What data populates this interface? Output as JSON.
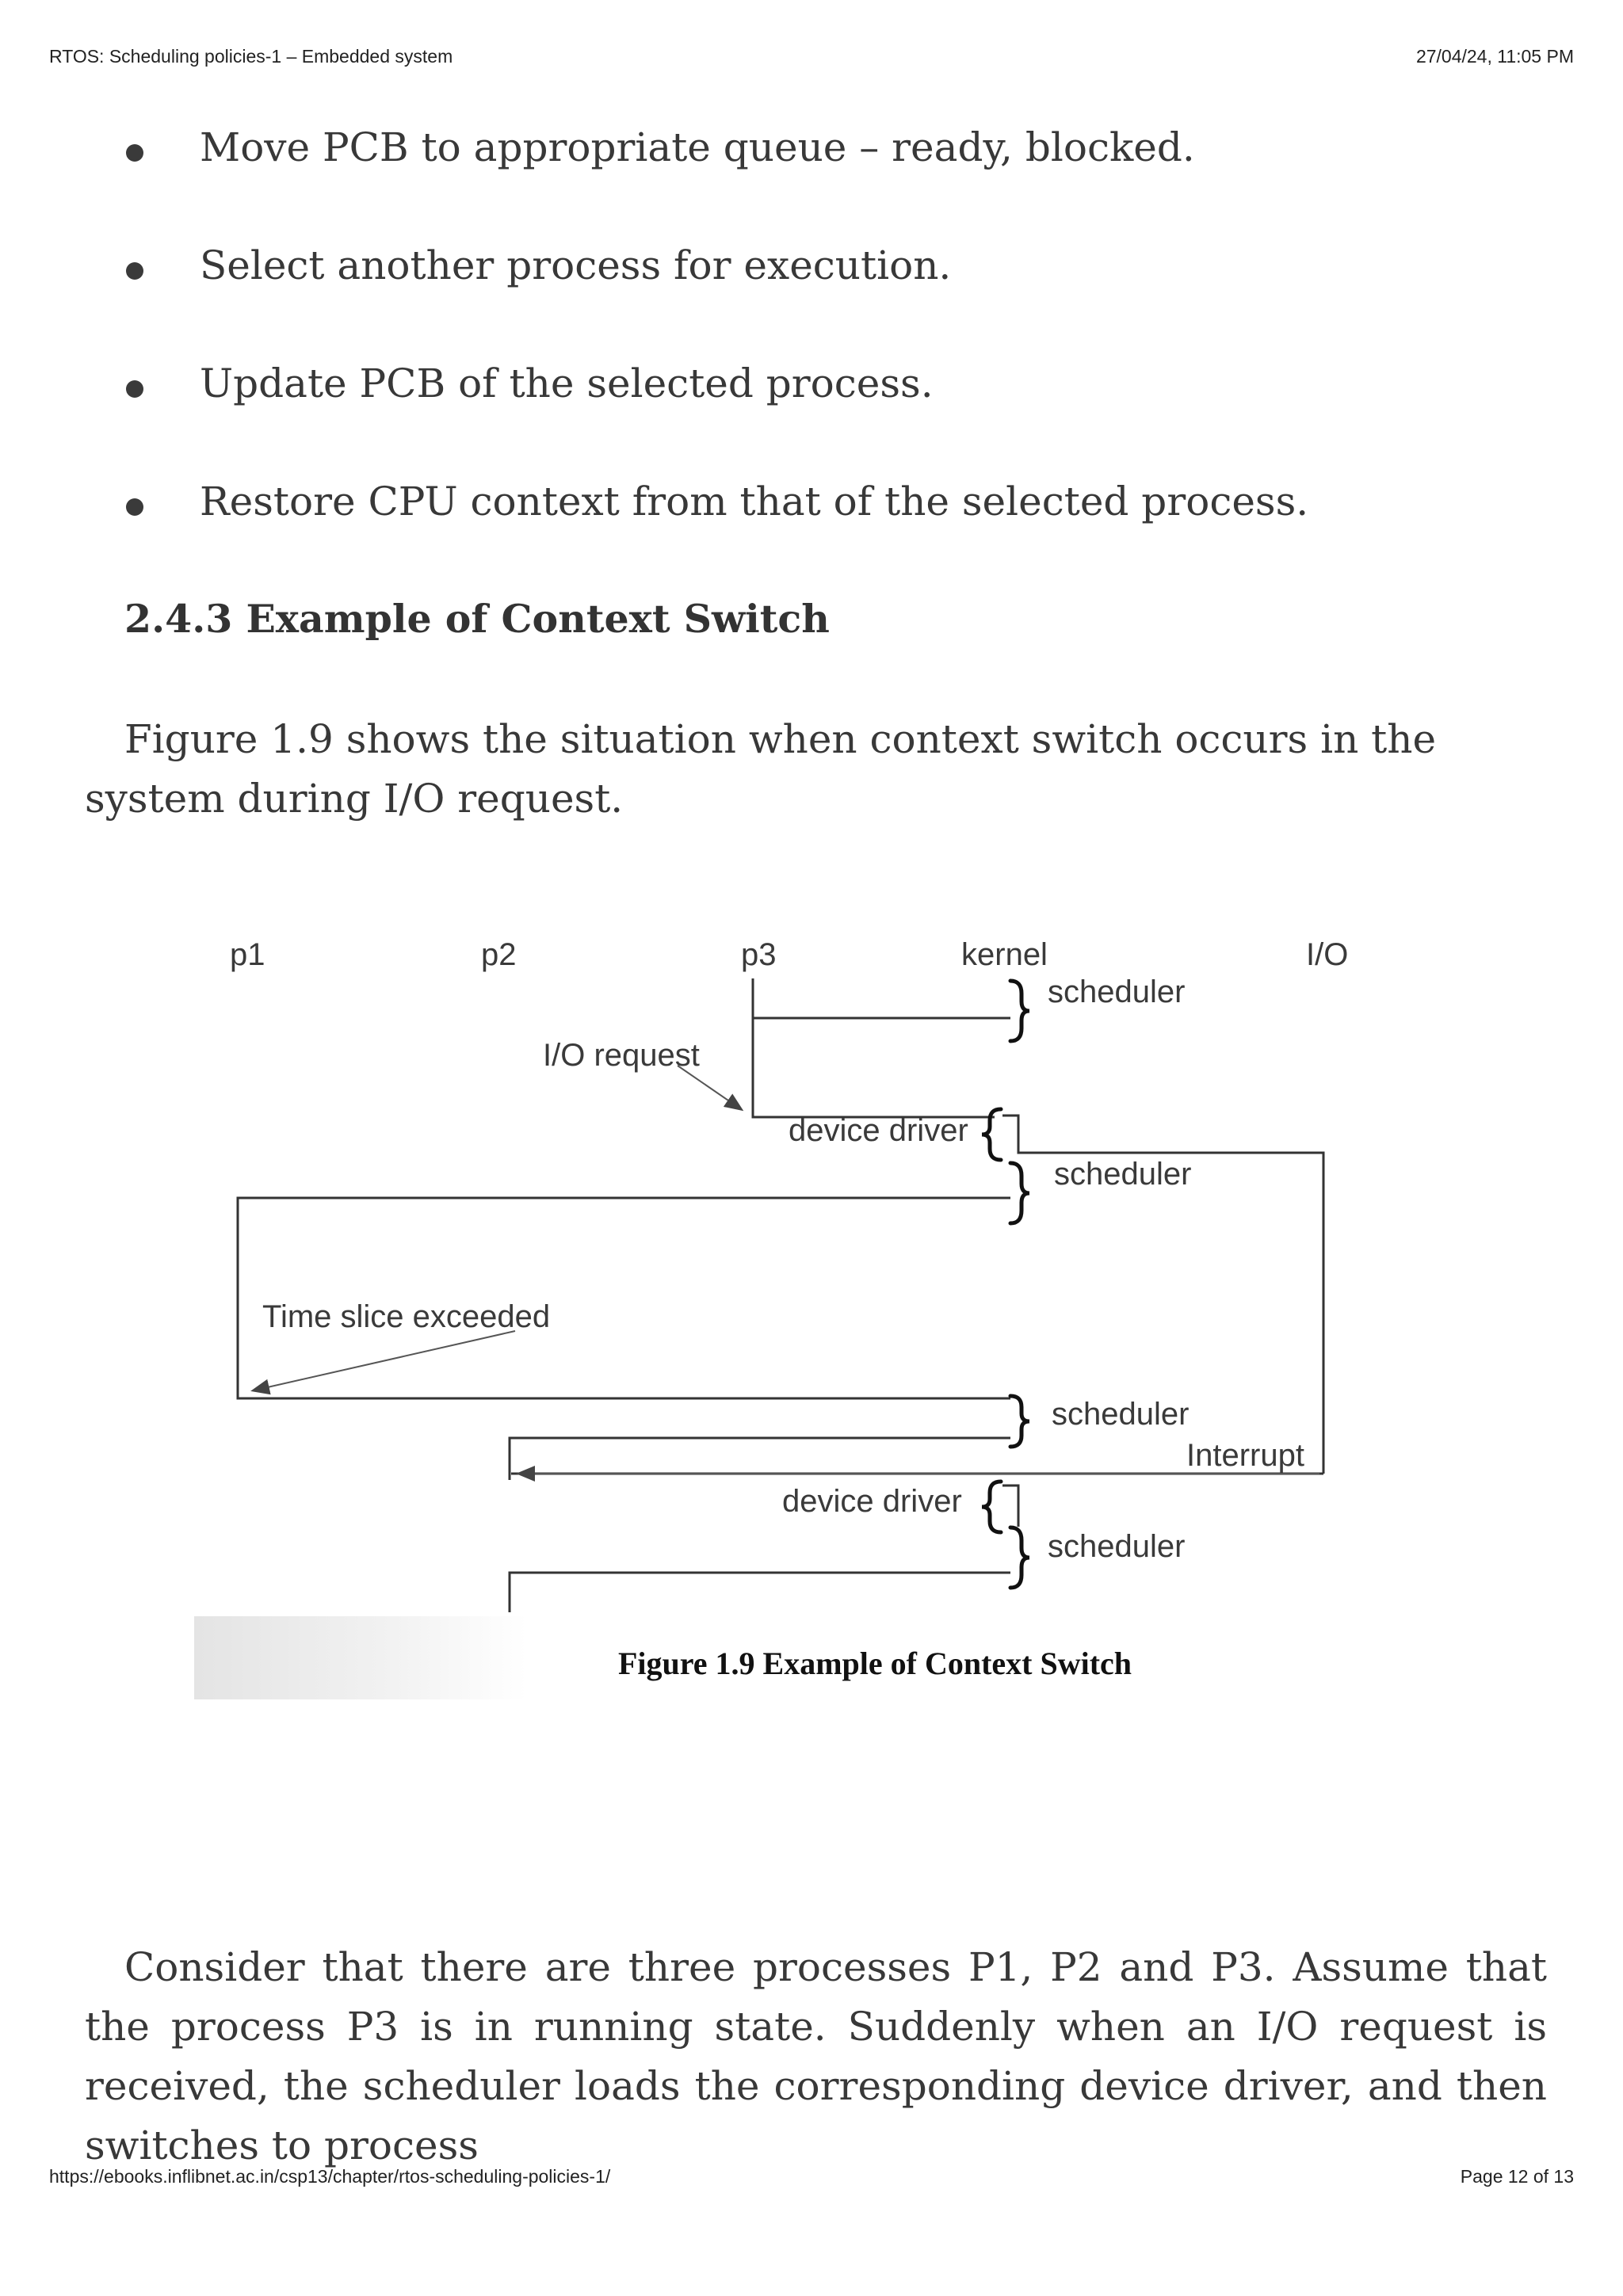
{
  "header": {
    "title": "RTOS: Scheduling policies-1 – Embedded system",
    "datetime": "27/04/24, 11:05 PM"
  },
  "bullets": [
    "Move PCB to appropriate queue – ready, blocked.",
    "Select another process for execution.",
    "Update PCB of the selected process.",
    "Restore CPU context from that of the selected process."
  ],
  "section_heading": "2.4.3 Example of Context Switch",
  "intro_paragraph": "Figure 1.9 shows the situation when context switch occurs in the system during I/O request.",
  "figure": {
    "columns": [
      "p1",
      "p2",
      "p3",
      "kernel",
      "I/O"
    ],
    "labels": {
      "io_request": "I/O request",
      "scheduler_1": "scheduler",
      "device_driver_1": "device driver",
      "scheduler_2": "scheduler",
      "time_slice": "Time slice exceeded",
      "scheduler_3": "scheduler",
      "interrupt": "Interrupt",
      "device_driver_2": "device driver",
      "scheduler_4": "scheduler"
    },
    "caption": "Figure 1.9 Example of Context Switch"
  },
  "body_paragraph": "Consider that there are three processes P1, P2 and P3. Assume that the process P3 is in running state. Suddenly when an I/O request is received, the scheduler loads the corresponding device driver, and then switches to process",
  "footer": {
    "url": "https://ebooks.inflibnet.ac.in/csp13/chapter/rtos-scheduling-policies-1/",
    "page": "Page 12 of 13"
  }
}
